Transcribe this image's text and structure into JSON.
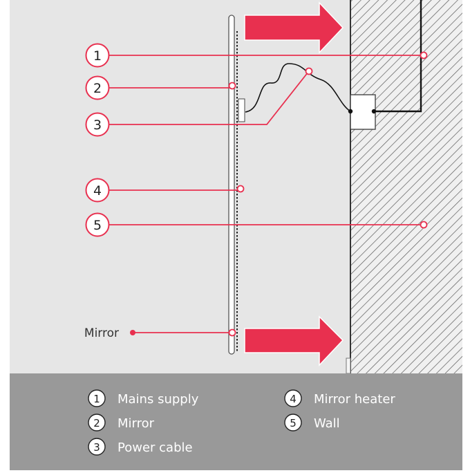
{
  "diagram": {
    "callouts": [
      {
        "number": "1"
      },
      {
        "number": "2"
      },
      {
        "number": "3"
      },
      {
        "number": "4"
      },
      {
        "number": "5"
      }
    ],
    "side_label": "Mirror"
  },
  "legend": {
    "items": [
      {
        "number": "1",
        "label": "Mains supply"
      },
      {
        "number": "2",
        "label": "Mirror"
      },
      {
        "number": "3",
        "label": "Power cable"
      },
      {
        "number": "4",
        "label": "Mirror heater"
      },
      {
        "number": "5",
        "label": "Wall"
      }
    ]
  },
  "colors": {
    "accent": "#e8304f",
    "background": "#e6e6e6",
    "legend_bg": "#999999",
    "wall_hatch": "#5a5a5a"
  }
}
